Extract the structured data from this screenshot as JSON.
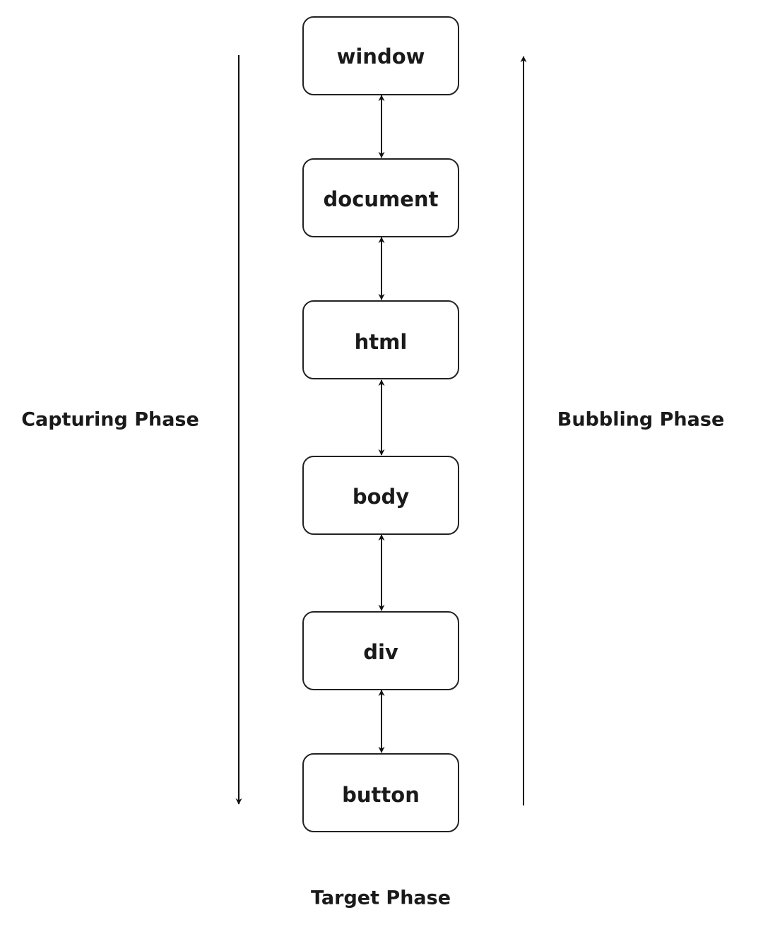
{
  "nodes": [
    {
      "label": "window"
    },
    {
      "label": "document"
    },
    {
      "label": "html"
    },
    {
      "label": "body"
    },
    {
      "label": "div"
    },
    {
      "label": "button"
    }
  ],
  "phases": {
    "capturing": "Capturing Phase",
    "bubbling": "Bubbling Phase",
    "target": "Target Phase"
  }
}
